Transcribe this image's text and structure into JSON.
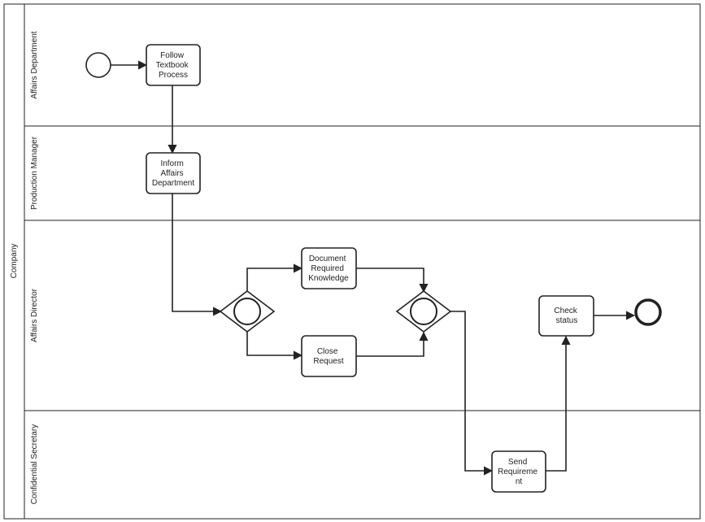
{
  "pool": {
    "label": "Company"
  },
  "lanes": [
    {
      "label": "Affairs Department"
    },
    {
      "label": "Production Manager"
    },
    {
      "label": "Affairs Director"
    },
    {
      "label": "Confidential Secretary"
    }
  ],
  "tasks": {
    "follow": [
      "Follow",
      "Textbook",
      "Process"
    ],
    "inform": [
      "Inform",
      "Affairs",
      "Department"
    ],
    "document": [
      "Document",
      "Required",
      "Knowledge"
    ],
    "close": [
      "Close",
      "Request"
    ],
    "check": [
      "Check",
      "status"
    ],
    "send": [
      "Send",
      "Requireme",
      "nt"
    ]
  }
}
